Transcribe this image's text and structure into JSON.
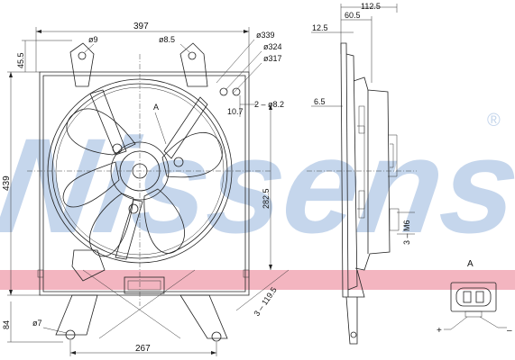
{
  "watermark": {
    "text": "Nissens",
    "registered_mark": "®",
    "stripe_color": "#f3b5c0",
    "text_color": "#c5d6ec"
  },
  "front_view": {
    "dims": {
      "width_top": "397",
      "hole_top": "ø9",
      "hole_top2": "ø8.5",
      "d339": "ø339",
      "d324": "ø324",
      "d317": "ø317",
      "h455": "45.5",
      "h439": "439",
      "h84": "84",
      "v107": "10.7",
      "d82": "2 – ø8.2",
      "v2825": "282.5",
      "b1195": "3 – 119.5",
      "hole_bottom": "ø7",
      "width_bottom": "267"
    },
    "section_marker": "A"
  },
  "side_view": {
    "dims": {
      "d1125": "112.5",
      "d605": "60.5",
      "d125": "12.5",
      "d65": "6.5",
      "m6": "3 – M6"
    }
  },
  "connector_detail": {
    "label": "A",
    "plus": "+",
    "minus": "–"
  }
}
